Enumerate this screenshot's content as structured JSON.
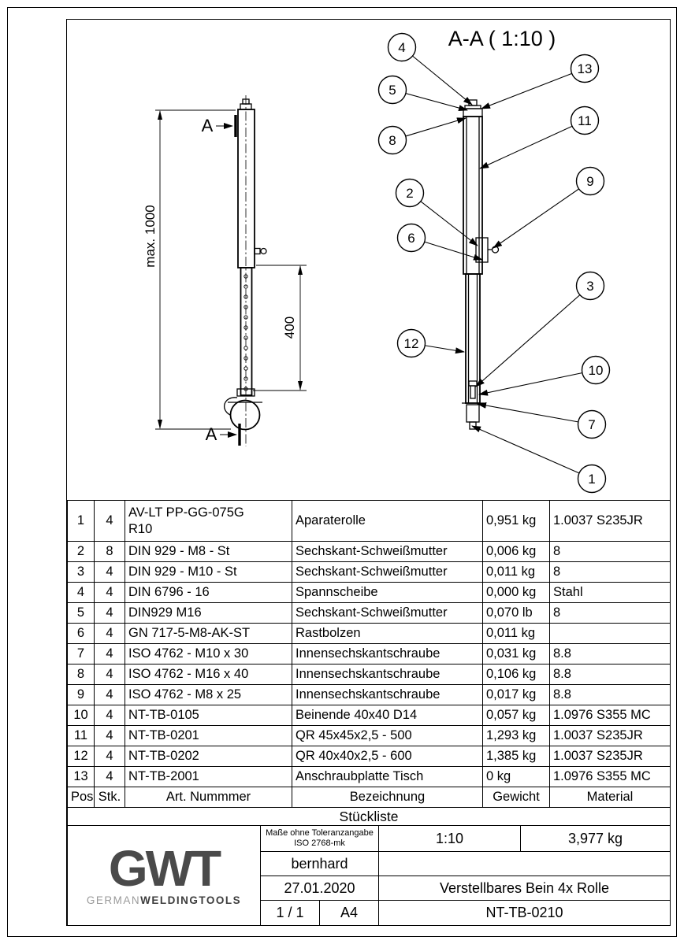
{
  "drawing": {
    "section_title": "A-A ( 1:10 )",
    "section_label": "A",
    "dim_max_label": "max. 1000",
    "dim_mid_label": "400",
    "balloons": {
      "b1": "1",
      "b2": "2",
      "b3": "3",
      "b4": "4",
      "b5": "5",
      "b6": "6",
      "b7": "7",
      "b8": "8",
      "b9": "9",
      "b10": "10",
      "b11": "11",
      "b12": "12",
      "b13": "13"
    }
  },
  "parts_table": {
    "title": "Stückliste",
    "headers": {
      "pos": "Pos",
      "qty": "Stk.",
      "art": "Art. Nummmer",
      "desc": "Bezeichnung",
      "weight": "Gewicht",
      "material": "Material"
    },
    "rows": [
      {
        "pos": "1",
        "qty": "4",
        "art": "AV-LT PP-GG-075G\nR10",
        "desc": "Aparaterolle",
        "weight": "0,951 kg",
        "material": "1.0037 S235JR"
      },
      {
        "pos": "2",
        "qty": "8",
        "art": "DIN 929 - M8 - St",
        "desc": "Sechskant-Schweißmutter",
        "weight": "0,006 kg",
        "material": "8"
      },
      {
        "pos": "3",
        "qty": "4",
        "art": "DIN 929 - M10 - St",
        "desc": "Sechskant-Schweißmutter",
        "weight": "0,011 kg",
        "material": "8"
      },
      {
        "pos": "4",
        "qty": "4",
        "art": "DIN 6796 - 16",
        "desc": "Spannscheibe",
        "weight": "0,000 kg",
        "material": "Stahl"
      },
      {
        "pos": "5",
        "qty": "4",
        "art": "DIN929 M16",
        "desc": "Sechskant-Schweißmutter",
        "weight": "0,070 lb",
        "material": "8"
      },
      {
        "pos": "6",
        "qty": "4",
        "art": "GN 717-5-M8-AK-ST",
        "desc": "Rastbolzen",
        "weight": "0,011 kg",
        "material": ""
      },
      {
        "pos": "7",
        "qty": "4",
        "art": "ISO 4762  - M10 x 30",
        "desc": "Innensechskantschraube",
        "weight": "0,031 kg",
        "material": "8.8"
      },
      {
        "pos": "8",
        "qty": "4",
        "art": "ISO 4762  - M16 x 40",
        "desc": "Innensechskantschraube",
        "weight": "0,106 kg",
        "material": "8.8"
      },
      {
        "pos": "9",
        "qty": "4",
        "art": "ISO 4762 - M8 x 25",
        "desc": "Innensechskantschraube",
        "weight": "0,017 kg",
        "material": "8.8"
      },
      {
        "pos": "10",
        "qty": "4",
        "art": "NT-TB-0105",
        "desc": "Beinende 40x40 D14",
        "weight": "0,057 kg",
        "material": "1.0976 S355 MC"
      },
      {
        "pos": "11",
        "qty": "4",
        "art": "NT-TB-0201",
        "desc": "QR 45x45x2,5 - 500",
        "weight": "1,293 kg",
        "material": "1.0037 S235JR"
      },
      {
        "pos": "12",
        "qty": "4",
        "art": "NT-TB-0202",
        "desc": "QR 40x40x2,5 - 600",
        "weight": "1,385 kg",
        "material": "1.0037 S235JR"
      },
      {
        "pos": "13",
        "qty": "4",
        "art": "NT-TB-2001",
        "desc": "Anschraubplatte Tisch",
        "weight": "0 kg",
        "material": "1.0976 S355 MC"
      }
    ]
  },
  "title_block": {
    "tolerance_note_line1": "Maße ohne Toleranzangabe",
    "tolerance_note_line2": "ISO 2768-mk",
    "scale": "1:10",
    "total_weight": "3,977 kg",
    "author": "bernhard",
    "date": "27.01.2020",
    "sheet": "1 / 1",
    "format": "A4",
    "title": "Verstellbares Bein 4x Rolle",
    "drawing_number": "NT-TB-0210",
    "logo_main": "GWT",
    "logo_sub_light": "GERMAN",
    "logo_sub_bold": "WELDINGTOOLS"
  }
}
